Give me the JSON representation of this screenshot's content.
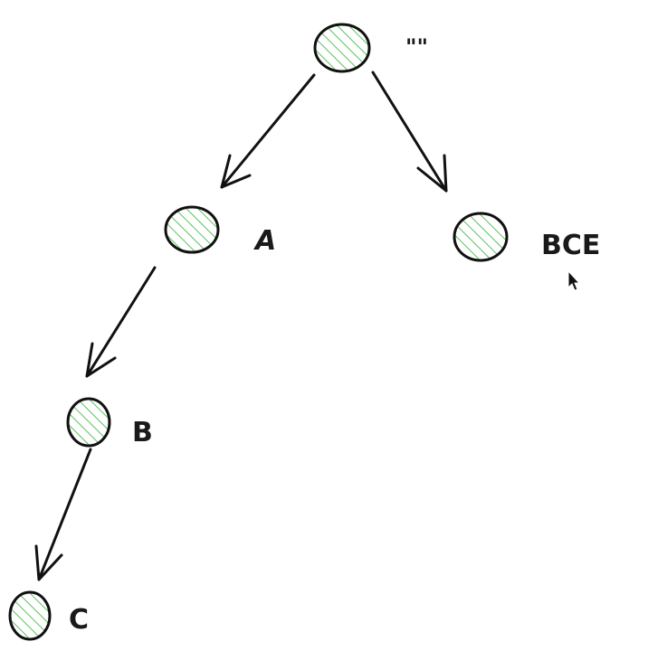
{
  "diagram": {
    "type": "tree",
    "colors": {
      "node_fill_hatch": "#5cc15c",
      "stroke": "#111111",
      "background": "#ffffff"
    },
    "nodes": [
      {
        "id": "root",
        "label": "\"\"",
        "parent": null
      },
      {
        "id": "A",
        "label": "A",
        "parent": "root"
      },
      {
        "id": "BCE",
        "label": "BCE",
        "parent": "root"
      },
      {
        "id": "B",
        "label": "B",
        "parent": "A"
      },
      {
        "id": "C",
        "label": "C",
        "parent": "B"
      }
    ],
    "edges": [
      {
        "from": "root",
        "to": "A"
      },
      {
        "from": "root",
        "to": "BCE"
      },
      {
        "from": "A",
        "to": "B"
      },
      {
        "from": "B",
        "to": "C"
      }
    ],
    "cursor": "arrow-cursor-icon"
  }
}
